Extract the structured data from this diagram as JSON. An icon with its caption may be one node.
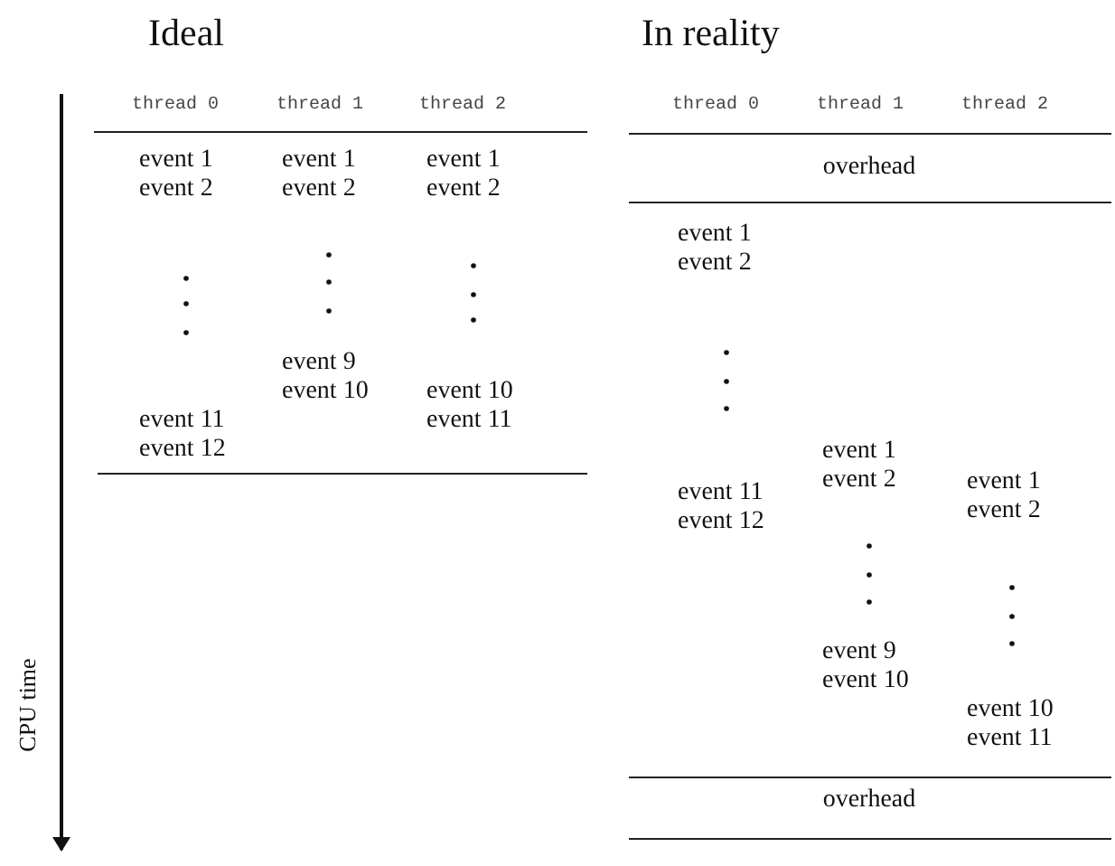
{
  "diagram": {
    "labels": [
      "Ideal",
      "In reality",
      "thread 0",
      "thread 1",
      "thread 2",
      "event 1",
      "event 1",
      "event 1",
      "event 2",
      "event 2",
      "event 2",
      "event 9",
      "event 10",
      "event 10",
      "event 11",
      "event 11",
      "event 12",
      "thread 0",
      "thread 1",
      "thread 2",
      "overhead",
      "event 1",
      "event 2",
      "event 1",
      "event 2",
      "event 1",
      "event 11",
      "event 2",
      "event 12",
      "event 9",
      "event 10",
      "event 10",
      "event 11",
      "overhead",
      "CPU time"
    ]
  }
}
